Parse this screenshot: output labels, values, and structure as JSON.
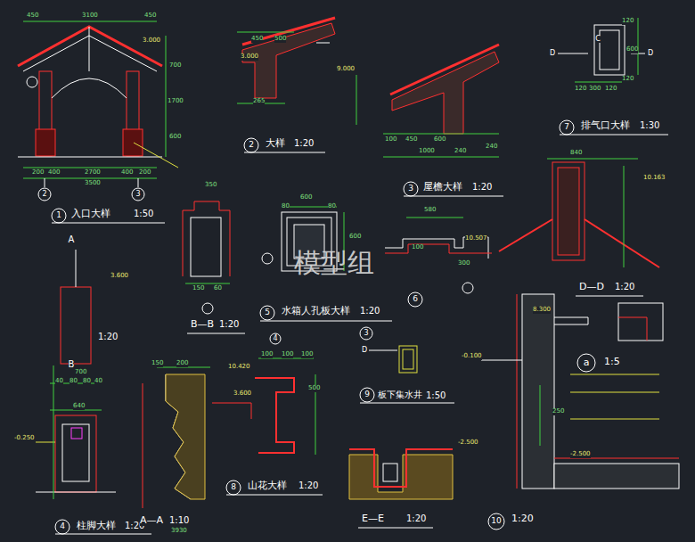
{
  "diagram": {
    "labels": [
      "1",
      "入口大样",
      "1:50",
      "2",
      "大样",
      "1:20",
      "3",
      "屋檐大样",
      "1:20",
      "7",
      "排气口大样",
      "1:30",
      "B—B",
      "1:20",
      "5",
      "水箱人孔板大样",
      "1:20",
      "6",
      "D—D",
      "1:20",
      "A",
      "1:20",
      "B",
      "4",
      "柱脚大样",
      "1:20",
      "A—A",
      "1:10",
      "8",
      "山花大样",
      "1:20",
      "9",
      "板下集水井",
      "1:50",
      "E—E",
      "1:20",
      "10",
      "1:20",
      "a",
      "1:5",
      "模型组",
      "450",
      "3100",
      "450",
      "3.000",
      "200",
      "400",
      "2700",
      "400",
      "200",
      "3500",
      "2",
      "3",
      "700",
      "1700",
      "600",
      "450",
      "500",
      "3.000",
      "265",
      "9.000",
      "100",
      "450",
      "600",
      "240",
      "1000",
      "240",
      "C",
      "D",
      "D",
      "120",
      "600",
      "120",
      "120",
      "300",
      "120",
      "840",
      "10.163",
      "580",
      "10.507",
      "100",
      "300",
      "600",
      "80",
      "80",
      "600",
      "350",
      "150",
      "60",
      "3.600",
      "700",
      "40",
      "80",
      "80",
      "40",
      "640",
      "-0.250",
      "150",
      "200",
      "3.600",
      "3930",
      "10.420",
      "4",
      "100",
      "100",
      "100",
      "500",
      "3",
      "D",
      "8.300",
      "-0.100",
      "-2.500",
      "-2.500",
      "250"
    ]
  }
}
